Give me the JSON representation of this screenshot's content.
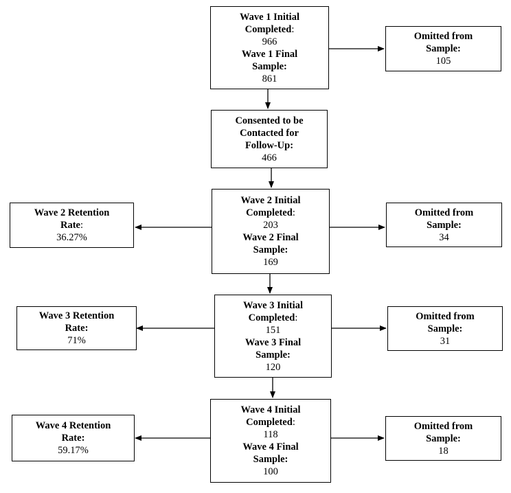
{
  "wave1": {
    "initial_label_1": "Wave 1 Initial",
    "initial_label_2": "Completed",
    "initial_value": "966",
    "final_label_1": "Wave 1 Final",
    "final_label_2": "Sample:",
    "final_value": "861"
  },
  "omit1": {
    "label_1": "Omitted from",
    "label_2": "Sample:",
    "value": "105"
  },
  "consent": {
    "label_1": "Consented to be",
    "label_2": "Contacted for",
    "label_3": "Follow-Up:",
    "value": "466"
  },
  "wave2": {
    "initial_label_1": "Wave 2 Initial",
    "initial_label_2": "Completed",
    "initial_value": "203",
    "final_label_1": "Wave 2 Final",
    "final_label_2": "Sample:",
    "final_value": "169"
  },
  "retention2": {
    "label_1": "Wave 2 Retention",
    "label_2": "Rate",
    "value": "36.27%"
  },
  "omit2": {
    "label_1": "Omitted from",
    "label_2": "Sample:",
    "value": "34"
  },
  "wave3": {
    "initial_label_1": "Wave 3 Initial",
    "initial_label_2": "Completed",
    "initial_value": "151",
    "final_label_1": "Wave 3 Final",
    "final_label_2": "Sample:",
    "final_value": "120"
  },
  "retention3": {
    "label_1": "Wave 3 Retention",
    "label_2": "Rate:",
    "value": "71%"
  },
  "omit3": {
    "label_1": "Omitted from",
    "label_2": "Sample:",
    "value": "31"
  },
  "wave4": {
    "initial_label_1": "Wave 4 Initial",
    "initial_label_2": "Completed",
    "initial_value": "118",
    "final_label_1": "Wave 4 Final",
    "final_label_2": "Sample:",
    "final_value": "100"
  },
  "retention4": {
    "label_1": "Wave 4 Retention",
    "label_2": "Rate:",
    "value": "59.17%"
  },
  "omit4": {
    "label_1": "Omitted from",
    "label_2": "Sample:",
    "value": "18"
  },
  "style": {
    "line_color": "#000000",
    "box_fill": "#ffffff"
  }
}
